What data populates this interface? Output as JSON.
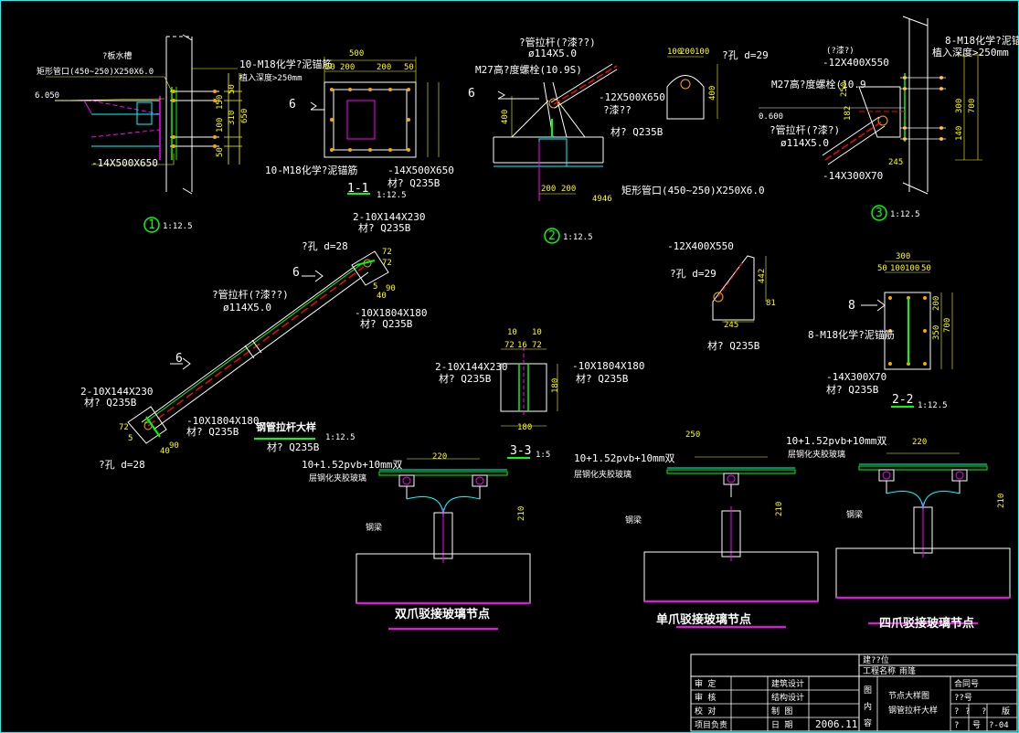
{
  "drawing": {
    "detail1": {
      "num": "1",
      "scale": "1:12.5",
      "notes": [
        "?板水槽",
        "矩形管口(450~250)X250X6.0",
        "10-M18化学?泥锚筋",
        "植入深度>250mm",
        "-14X500X650"
      ],
      "level": "6.050",
      "dims": [
        "650",
        "50",
        "310",
        "150",
        "100",
        "50"
      ]
    },
    "section11": {
      "title": "1-1",
      "scale": "1:12.5",
      "dims": [
        "500",
        "50",
        "200",
        "200",
        "50"
      ],
      "notes": [
        "10-M18化学?泥锚筋",
        "-14X500X650",
        "材? Q235B"
      ],
      "marker": "6"
    },
    "detail2": {
      "num": "2",
      "scale": "1:12.5",
      "notes": [
        "?管拉杆(?漆??)",
        "ø114X5.0",
        "M27高?度螺栓(10.9S)",
        "-12X500X650",
        "?漆??",
        "材? Q235B",
        "矩形管口(450~250)X250X6.0"
      ],
      "dims": [
        "400",
        "200",
        "200",
        "4946"
      ],
      "marker": "6"
    },
    "plateA": {
      "dims": [
        "100",
        "200",
        "100",
        "400"
      ],
      "note": "?孔 d=29"
    },
    "detail3": {
      "num": "3",
      "scale": "1:12.5",
      "notes": [
        "(?漆?)",
        "-12X400X550",
        "8-M18化学?泥锚筋",
        "植入深度>250mm",
        "M27高?度螺栓(10.9",
        "?管拉杆(?漆?)",
        "ø114X5.0",
        "-14X300X70"
      ],
      "level": "0.600",
      "dims": [
        "700",
        "300",
        "140",
        "182",
        "250",
        "245"
      ]
    },
    "rod": {
      "title": "钢管拉杆大样",
      "scale": "1:12.5",
      "material": "材? Q235B",
      "notes": [
        "2-10X144X230",
        "材? Q235B",
        "?孔 d=28",
        "?管拉杆(?漆??)",
        "ø114X5.0",
        "-10X1804X180",
        "材? Q235B",
        "2-10X144X230",
        "材? Q235B",
        "-10X1804X180",
        "材? Q235B",
        "?孔 d=28"
      ],
      "markers": [
        "6",
        "6"
      ],
      "dims": [
        "72",
        "5",
        "40",
        "90",
        "72",
        "72",
        "5",
        "40",
        "90"
      ]
    },
    "plateB": {
      "notes": [
        "-12X400X550",
        "?孔 d=29",
        "材? Q235B"
      ],
      "dims": [
        "442",
        "245",
        "81"
      ]
    },
    "section33": {
      "title": "3-3",
      "scale": "1:5",
      "notes": [
        "2-10X144X230",
        "材? Q235B",
        "-10X1804X180",
        "材? Q235B"
      ],
      "dims": [
        "10",
        "10",
        "72",
        "16",
        "72",
        "180",
        "180"
      ]
    },
    "section22": {
      "title": "2-2",
      "scale": "1:12.5",
      "notes": [
        "8-M18化学?泥锚筋",
        "-14X300X70",
        "材? Q235B"
      ],
      "dims": [
        "300",
        "50",
        "100",
        "100",
        "50",
        "200",
        "350",
        "700"
      ],
      "marker": "8"
    },
    "node1": {
      "title": "双爪驳接玻璃节点",
      "glass": [
        "10+1.52pvb+10mm双",
        "层钢化夹胶玻璃"
      ],
      "beam": "钢梁",
      "dims": [
        "220",
        "210"
      ]
    },
    "node2": {
      "title": "单爪驳接玻璃节点",
      "glass": [
        "10+1.52pvb+10mm双",
        "层钢化夹胶玻璃"
      ],
      "beam": "钢梁",
      "dims": [
        "250",
        "210"
      ]
    },
    "node3": {
      "title": "四爪驳接玻璃节点",
      "glass": [
        "10+1.52pvb+10mm双",
        "层钢化夹胶玻璃"
      ],
      "beam": "钢梁",
      "dims": [
        "220",
        "210"
      ]
    },
    "titleblock": {
      "unit": "建??位",
      "project_label": "工程名称",
      "project": "雨篷",
      "rows": [
        [
          "审 定",
          "建筑设计"
        ],
        [
          "审 核",
          "结构设计"
        ],
        [
          "校 对",
          "制 图"
        ],
        [
          "项目负责",
          "日 期"
        ]
      ],
      "date": "2006.11",
      "content_label": [
        "图",
        "内",
        "容"
      ],
      "content": [
        "节点大样图",
        "钢管拉杆大样"
      ],
      "contract_label": "合同号",
      "sub_no": "??号",
      "tags": [
        "?",
        "?",
        "?",
        "版"
      ],
      "sheet": [
        "?",
        "号",
        "?-04"
      ]
    }
  },
  "colors": {
    "background": "#000000",
    "dimension": "#ffff00",
    "text": "#ffffff",
    "outline": "#00ff00",
    "accent": "#ff00ff",
    "steel": "#00ffff",
    "centerline": "#ff0000",
    "bolt": "#ffa500"
  }
}
